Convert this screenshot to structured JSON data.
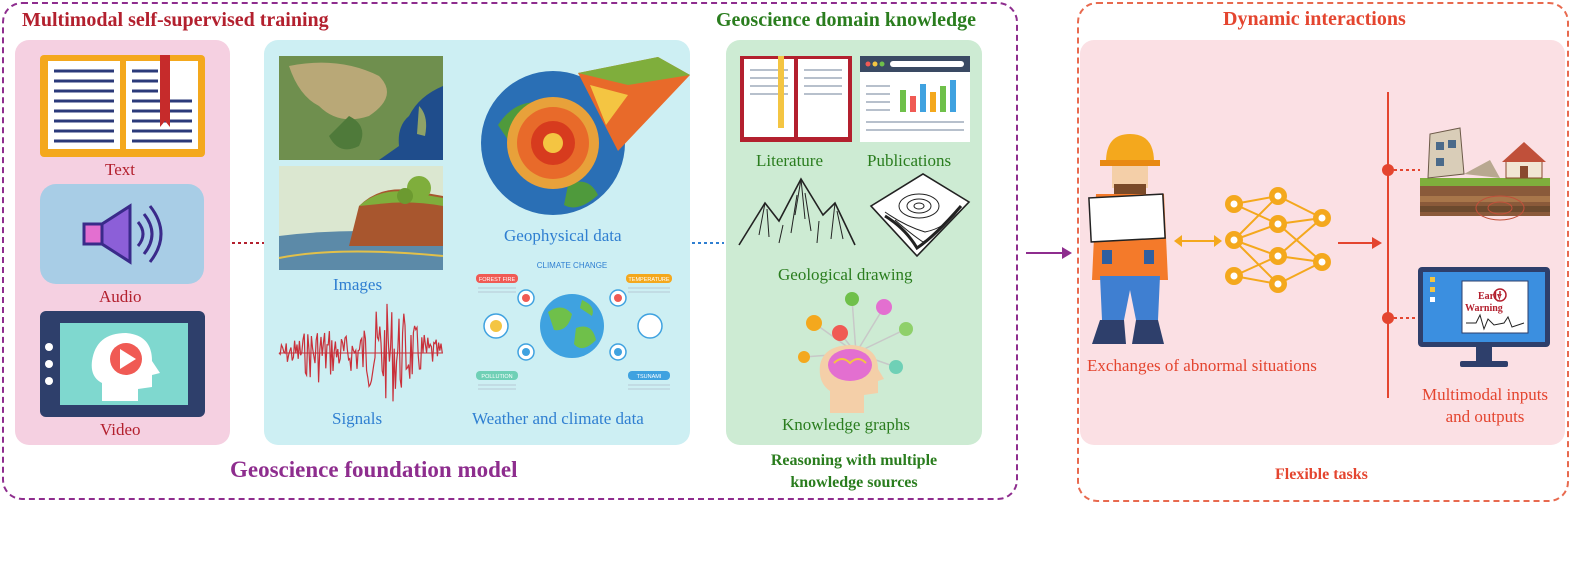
{
  "sections": {
    "training": {
      "title": "Multimodal self-supervised training"
    },
    "domain": {
      "title": "Geoscience domain knowledge",
      "subtitle_line1": "Reasoning with multiple",
      "subtitle_line2": "knowledge sources"
    },
    "interactions": {
      "title": "Dynamic interactions",
      "subtitle": "Flexible tasks"
    },
    "foundation": {
      "title": "Geoscience foundation model"
    }
  },
  "modalities": {
    "text": "Text",
    "audio": "Audio",
    "video": "Video"
  },
  "data_types": {
    "images": "Images",
    "geophysical": "Geophysical data",
    "signals": "Signals",
    "weather": "Weather and climate data",
    "infographic_title": "CLIMATE CHANGE",
    "infographic_tags": [
      "FOREST FIRE",
      "TEMPERATURE",
      "TSUNAMI",
      "POLLUTION"
    ]
  },
  "knowledge": {
    "literature": "Literature",
    "publications": "Publications",
    "geological_drawing": "Geological drawing",
    "knowledge_graphs": "Knowledge graphs"
  },
  "interactions": {
    "exchanges": "Exchanges of abnormal situations",
    "multimodal_line1": "Multimodal inputs",
    "multimodal_line2": "and outputs",
    "early": "Early",
    "warning": "Warning"
  },
  "colors": {
    "purple": "#8e2d8e",
    "red": "#b3202e",
    "green": "#2a7d1e",
    "orange": "#e4452f",
    "blue": "#2f7fd1"
  }
}
